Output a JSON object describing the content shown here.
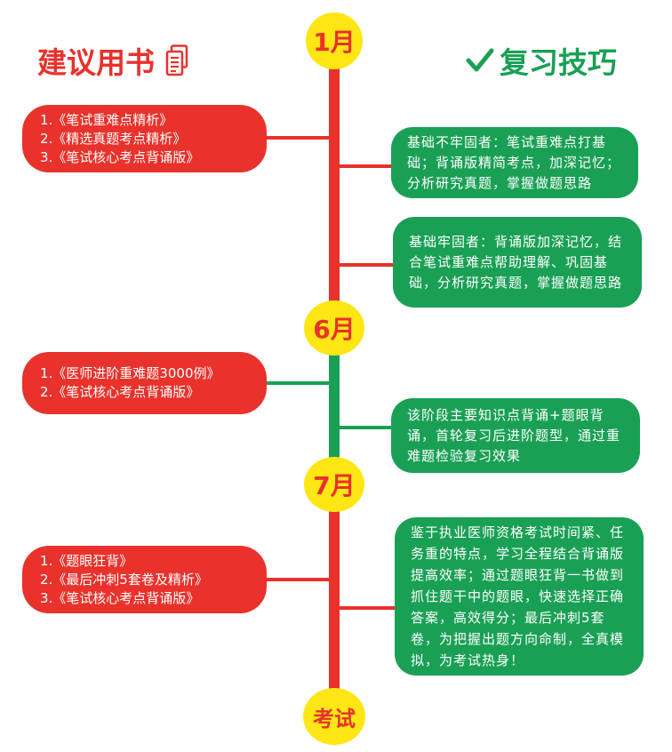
{
  "header": {
    "left_title": "建议用书",
    "right_title": "复习技巧",
    "left_icon": "document-icon",
    "right_icon": "check-icon"
  },
  "colors": {
    "red": "#e8322b",
    "green": "#1aa055",
    "yellow": "#ffe614"
  },
  "milestones": [
    "1月",
    "6月",
    "7月",
    "考试"
  ],
  "books": {
    "stage1": [
      "1.《笔试重难点精析》",
      "2.《精选真题考点精析》",
      "3.《笔试核心考点背诵版》"
    ],
    "stage2": [
      "1.《医师进阶重难题3000例》",
      "2.《笔试核心考点背诵版》"
    ],
    "stage3": [
      "1.《题眼狂背》",
      "2.《最后冲刺5套卷及精析》",
      "3.《笔试核心考点背诵版》"
    ]
  },
  "tips": {
    "stage1a": "基础不牢固者：笔试重难点打基础；背诵版精简考点，加深记忆；分析研究真题，掌握做题思路",
    "stage1b": "基础牢固者：背诵版加深记忆，结合笔试重难点帮助理解、巩固基础，分析研究真题，掌握做题思路",
    "stage2": "该阶段主要知识点背诵+题眼背诵，首轮复习后进阶题型，通过重难题检验复习效果",
    "stage3": "鉴于执业医师资格考试时间紧、任务重的特点，学习全程结合背诵版提高效率；通过题眼狂背一书做到抓住题干中的题眼，快速选择正确答案，高效得分；最后冲刺5套卷，为把握出题方向命制，全真模拟，为考试热身！"
  }
}
